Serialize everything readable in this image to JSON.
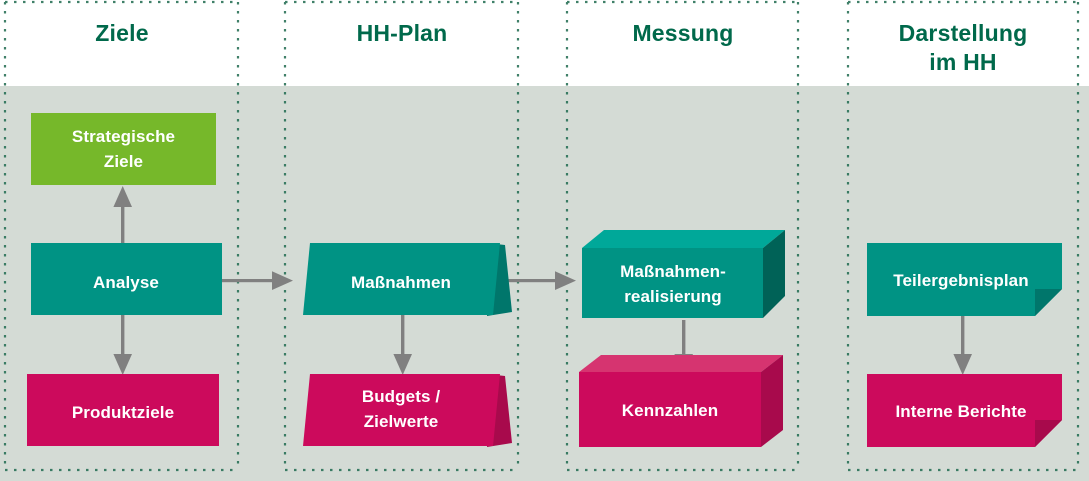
{
  "diagram": {
    "title_row": {
      "columns": [
        {
          "id": "ziele",
          "label": "Ziele",
          "lines": [
            "Ziele"
          ]
        },
        {
          "id": "hh-plan",
          "label": "HH-Plan",
          "lines": [
            "HH-Plan"
          ]
        },
        {
          "id": "messung",
          "label": "Messung",
          "lines": [
            "Messung"
          ]
        },
        {
          "id": "darstellung-im-hh",
          "label": "Darstellung im HH",
          "lines": [
            "Darstellung",
            "im HH"
          ]
        }
      ]
    },
    "nodes": {
      "strategische_ziele": {
        "lines": [
          "Strategische",
          "Ziele"
        ],
        "shape": "rectangle",
        "color": "#76b82a"
      },
      "analyse": {
        "lines": [
          "Analyse"
        ],
        "shape": "rectangle",
        "color": "#009384"
      },
      "produktziele": {
        "lines": [
          "Produktziele"
        ],
        "shape": "rectangle",
        "color": "#cc0a5c"
      },
      "massnahmen": {
        "lines": [
          "Maßnahmen"
        ],
        "shape": "document-fold",
        "color": "#009384"
      },
      "budgets_zielwerte": {
        "lines": [
          "Budgets /",
          "Zielwerte"
        ],
        "shape": "document-fold",
        "color": "#cc0a5c"
      },
      "massnahmenrealisierung": {
        "lines": [
          "Maßnahmen-",
          "realisierung"
        ],
        "shape": "cube-3d",
        "color": "#009384"
      },
      "kennzahlen": {
        "lines": [
          "Kennzahlen"
        ],
        "shape": "cube-3d",
        "color": "#cc0a5c"
      },
      "teilergebnisplan": {
        "lines": [
          "Teilergebnisplan"
        ],
        "shape": "dogear",
        "color": "#009384"
      },
      "interne_berichte": {
        "lines": [
          "Interne Berichte"
        ],
        "shape": "dogear",
        "color": "#cc0a5c"
      }
    },
    "connectors": [
      {
        "id": "analyse-to-strategische-ziele",
        "direction": "up"
      },
      {
        "id": "analyse-to-produktziele",
        "direction": "down"
      },
      {
        "id": "analyse-to-massnahmen",
        "direction": "right"
      },
      {
        "id": "massnahmen-to-budgets",
        "direction": "down"
      },
      {
        "id": "massnahmen-to-massnahmenrealisierung",
        "direction": "right"
      },
      {
        "id": "massnahmenrealisierung-to-kennzahlen",
        "direction": "down"
      },
      {
        "id": "teilergebnisplan-to-interne-berichte",
        "direction": "down"
      }
    ],
    "colors": {
      "header_text": "#00694b",
      "panel_background": "#d4dbd5",
      "header_card": "#ffffff",
      "grid_dotted": "#1f6b50",
      "arrow": "#808080",
      "teal": "#009384",
      "teal_shade": "#00766b",
      "teal_shade_dark": "#006257",
      "magenta": "#cc0a5c",
      "magenta_shade": "#a80a4c",
      "magenta_light": "#d63470",
      "green": "#76b82a",
      "node_text": "#ffffff"
    }
  }
}
